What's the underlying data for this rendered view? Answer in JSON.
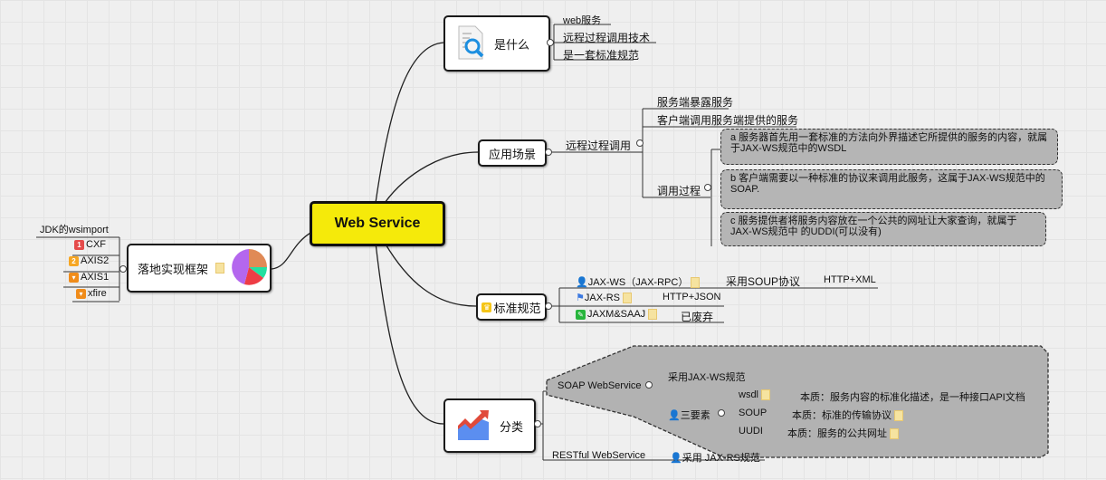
{
  "central": {
    "label": "Web Service"
  },
  "what": {
    "label": "是什么",
    "children": [
      "web服务",
      "远程过程调用技术",
      "是一套标准规范"
    ]
  },
  "scenario": {
    "label": "应用场景",
    "rpc": {
      "label": "远程过程调用",
      "children": [
        "服务端暴露服务",
        "客户端调用服务端提供的服务"
      ],
      "process": {
        "label": "调用过程",
        "steps": [
          "a 服务器首先用一套标准的方法向外界描述它所提供的服务的内容，就属于JAX-WS规范中的WSDL",
          "b 客户端需要以一种标准的协议来调用此服务，这属于JAX-WS规范中的SOAP.",
          "c 服务提供者将服务内容放在一个公共的网址让大家查询，就属于JAX-WS规范中 的UDDI(可以没有)"
        ]
      }
    }
  },
  "frameworks": {
    "label": "落地实现框架",
    "children": [
      {
        "label": "JDK的wsimport",
        "icon": ""
      },
      {
        "label": "CXF",
        "icon": "priority-1-icon",
        "badge": "1"
      },
      {
        "label": "AXIS2",
        "icon": "priority-2-icon",
        "badge": "2"
      },
      {
        "label": "AXIS1",
        "icon": "thumbs-down-icon",
        "badge": ""
      },
      {
        "label": "xfire",
        "icon": "thumbs-down-icon",
        "badge": ""
      }
    ]
  },
  "standards": {
    "label": "标准规范",
    "children": [
      {
        "label": "JAX-WS（JAX-RPC）",
        "icon": "person-icon",
        "sub": [
          "采用SOUP协议",
          "HTTP+XML"
        ]
      },
      {
        "label": "JAX-RS",
        "icon": "flag-icon",
        "sub": [
          "HTTP+JSON"
        ]
      },
      {
        "label": "JAXM&SAAJ",
        "icon": "pencil-icon",
        "sub": [
          "已废弃"
        ]
      }
    ]
  },
  "category": {
    "label": "分类",
    "soap": {
      "label": "SOAP  WebService",
      "uses": "采用JAX-WS规范",
      "elements": {
        "label": "三要素",
        "items": [
          {
            "label": "wsdl",
            "desc": "本质：服务内容的标准化描述，是一种接口API文档"
          },
          {
            "label": "SOUP",
            "desc": "本质：标准的传输协议"
          },
          {
            "label": "UUDI",
            "desc": "本质：服务的公共网址"
          }
        ]
      }
    },
    "rest": {
      "label": "RESTful WebService",
      "uses": "采用 JAX-RS规范"
    }
  },
  "colors": {
    "central_fill": "#f5ea0a",
    "callout_fill": "#b5b5b5"
  }
}
